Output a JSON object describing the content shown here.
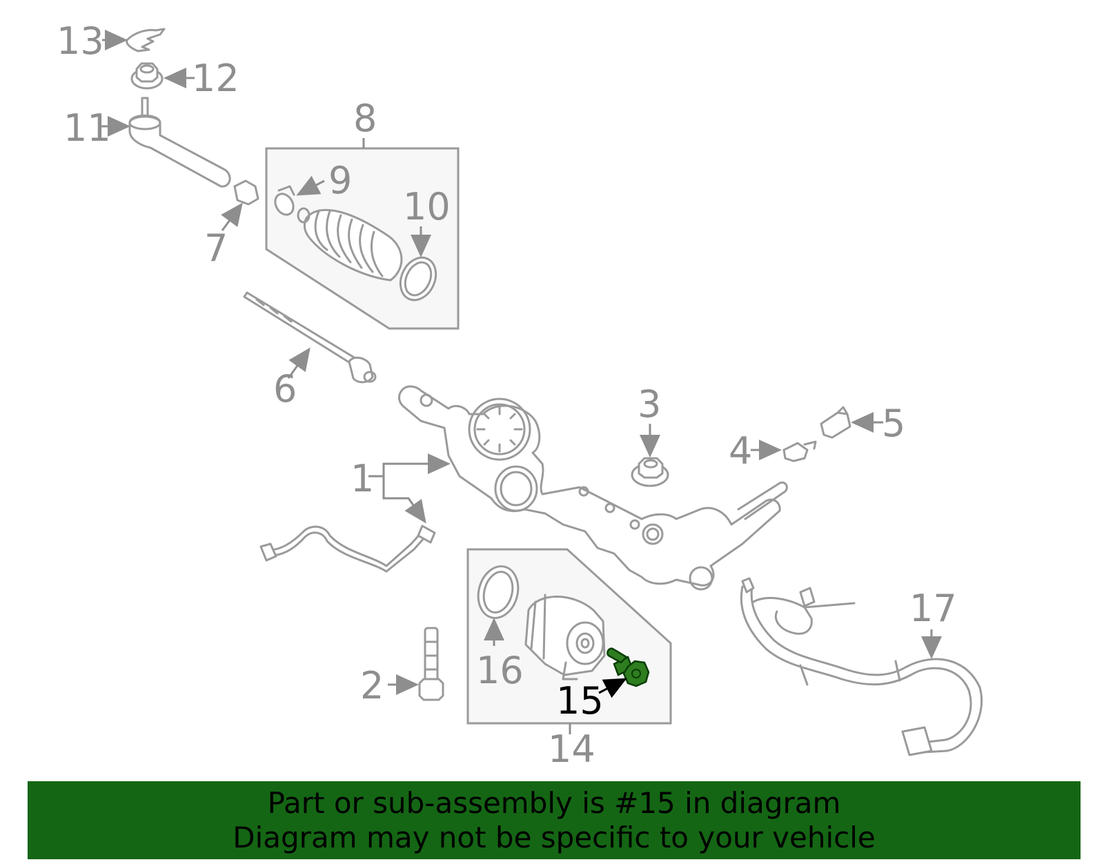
{
  "colors": {
    "banner": "#146614",
    "highlight_part": "#2e7d1f",
    "line_art": "#9a9a9a",
    "callout_text": "#8e8e8e",
    "highlight_text": "#000000"
  },
  "diagram": {
    "highlighted_part": "15",
    "callouts": [
      "1",
      "2",
      "3",
      "4",
      "5",
      "6",
      "7",
      "8",
      "9",
      "10",
      "11",
      "12",
      "13",
      "14",
      "15",
      "16",
      "17"
    ]
  },
  "banner": {
    "line1": "Part or sub-assembly is #15 in diagram",
    "line2": "Diagram may not be specific to your vehicle"
  }
}
